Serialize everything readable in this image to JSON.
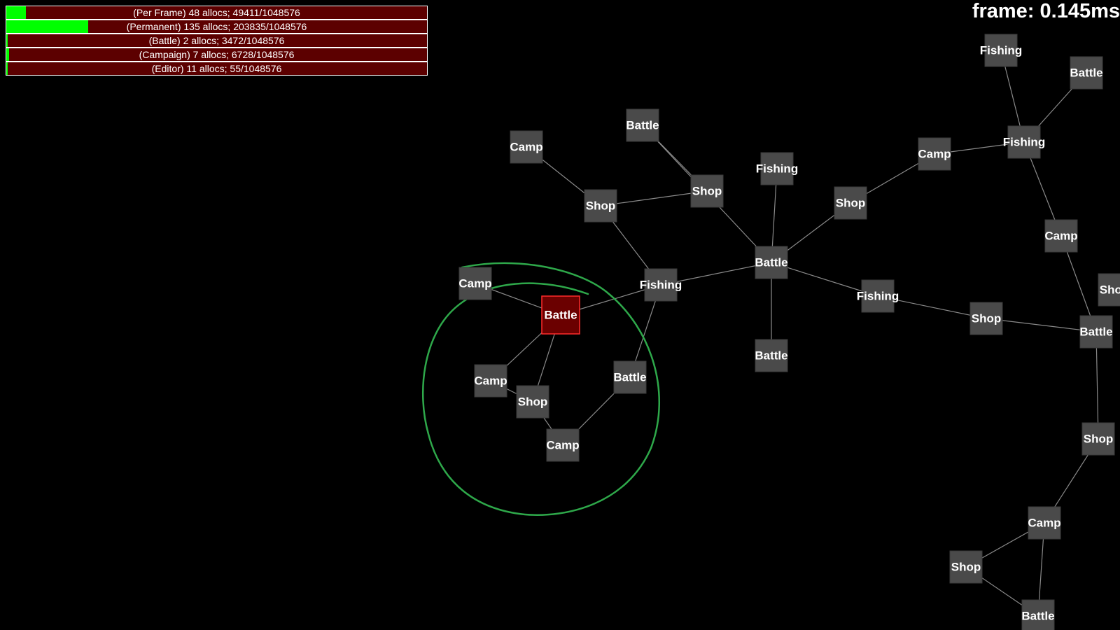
{
  "frame_time": "frame: 0.145ms",
  "allocators": [
    {
      "label": "(Per Frame) 48 allocs; 49411/1048576",
      "used": 49411,
      "capacity": 1048576
    },
    {
      "label": "(Permanent) 135 allocs; 203835/1048576",
      "used": 203835,
      "capacity": 1048576
    },
    {
      "label": "(Battle) 2 allocs; 3472/1048576",
      "used": 3472,
      "capacity": 1048576
    },
    {
      "label": "(Campaign) 7 allocs; 6728/1048576",
      "used": 6728,
      "capacity": 1048576
    },
    {
      "label": "(Editor) 11 allocs; 55/1048576",
      "used": 55,
      "capacity": 1048576
    }
  ],
  "colors": {
    "background": "#000000",
    "node_fill": "#4a4a4a",
    "node_selected_fill": "#6b0000",
    "node_selected_border": "#ff2a2a",
    "edge": "#8a8a8a",
    "alloc_bg": "#5c0000",
    "alloc_fill": "#00ff00",
    "annotation": "#2ea84a"
  },
  "map_nodes": [
    {
      "id": "n1",
      "label": "Fishing"
    },
    {
      "id": "n2",
      "label": "Battle"
    },
    {
      "id": "n3",
      "label": "Fishing"
    },
    {
      "id": "n4",
      "label": "Camp"
    },
    {
      "id": "n5",
      "label": "Camp"
    },
    {
      "id": "n6",
      "label": "Battle"
    },
    {
      "id": "n7",
      "label": "Shop"
    },
    {
      "id": "n8",
      "label": "Shop"
    },
    {
      "id": "n9",
      "label": "Fishing"
    },
    {
      "id": "n10",
      "label": "Shop"
    },
    {
      "id": "n11",
      "label": "Camp"
    },
    {
      "id": "n12",
      "label": "Shop"
    },
    {
      "id": "n13",
      "label": "Battle"
    },
    {
      "id": "n14",
      "label": "Fishing"
    },
    {
      "id": "n15",
      "label": "Battle"
    },
    {
      "id": "n16",
      "label": "Fishing"
    },
    {
      "id": "n17",
      "label": "Shop"
    },
    {
      "id": "n18",
      "label": "Battle"
    },
    {
      "id": "n19",
      "label": "Camp"
    },
    {
      "id": "n20",
      "label": "Battle",
      "selected": true
    },
    {
      "id": "n21",
      "label": "Camp"
    },
    {
      "id": "n22",
      "label": "Shop"
    },
    {
      "id": "n23",
      "label": "Battle"
    },
    {
      "id": "n24",
      "label": "Camp"
    },
    {
      "id": "n25",
      "label": "Shop"
    },
    {
      "id": "n26",
      "label": "Camp"
    },
    {
      "id": "n27",
      "label": "Shop"
    },
    {
      "id": "n28",
      "label": "Battle"
    }
  ],
  "map_edges": [
    [
      "n1",
      "n3"
    ],
    [
      "n2",
      "n3"
    ],
    [
      "n3",
      "n4"
    ],
    [
      "n3",
      "n11"
    ],
    [
      "n4",
      "n10"
    ],
    [
      "n10",
      "n13"
    ],
    [
      "n9",
      "n13"
    ],
    [
      "n6",
      "n13"
    ],
    [
      "n13",
      "n14"
    ],
    [
      "n13",
      "n15"
    ],
    [
      "n13",
      "n16"
    ],
    [
      "n6",
      "n7"
    ],
    [
      "n5",
      "n8"
    ],
    [
      "n7",
      "n8"
    ],
    [
      "n8",
      "n16"
    ],
    [
      "n16",
      "n20"
    ],
    [
      "n16",
      "n23"
    ],
    [
      "n14",
      "n17"
    ],
    [
      "n17",
      "n18"
    ],
    [
      "n11",
      "n18"
    ],
    [
      "n18",
      "n25"
    ],
    [
      "n25",
      "n26"
    ],
    [
      "n26",
      "n27"
    ],
    [
      "n26",
      "n28"
    ],
    [
      "n27",
      "n28"
    ],
    [
      "n19",
      "n20"
    ],
    [
      "n20",
      "n21"
    ],
    [
      "n20",
      "n22"
    ],
    [
      "n21",
      "n22"
    ],
    [
      "n22",
      "n24"
    ],
    [
      "n23",
      "n24"
    ]
  ]
}
